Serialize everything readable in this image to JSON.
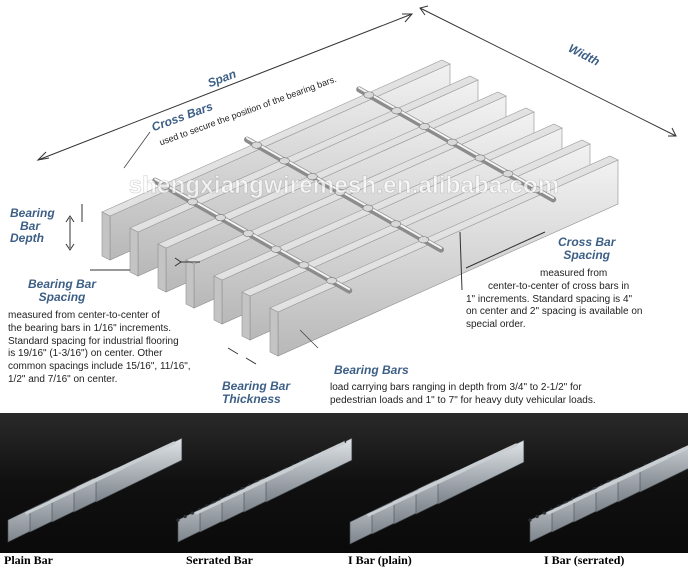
{
  "dimension_labels": {
    "span": "Span",
    "width": "Width"
  },
  "callouts": {
    "cross_bars": {
      "title": "Cross Bars",
      "desc": "used to secure the position of the bearing bars."
    },
    "bearing_bar_depth": {
      "line1": "Bearing",
      "line2": "Bar",
      "line3": "Depth"
    },
    "bearing_bar_spacing": {
      "title_line1": "Bearing Bar",
      "title_line2": "Spacing",
      "desc": [
        "measured from center-to-center of",
        "the bearing bars in 1/16\" increments.",
        "Standard spacing for industrial flooring",
        "is 19/16\" (1-3/16\") on center.  Other",
        "common spacings include 15/16\", 11/16\",",
        "1/2\" and 7/16\" on center."
      ]
    },
    "cross_bar_spacing": {
      "title_line1": "Cross Bar",
      "title_line2": "Spacing",
      "desc": [
        "measured from",
        "center-to-center of cross bars in",
        "1\" increments. Standard spacing is 4\"",
        "on center and 2\" spacing is available on",
        "special order."
      ]
    },
    "bearing_bar_thickness": {
      "line1": "Bearing Bar",
      "line2": "Thickness"
    },
    "bearing_bars": {
      "title": "Bearing Bars",
      "desc": [
        "load carrying bars ranging in depth from 3/4\" to 2-1/2\" for",
        "pedestrian loads and 1\" to 7\" for heavy duty vehicular loads."
      ]
    }
  },
  "watermark": "shengxiangwiremesh.en.alibaba.com",
  "product_types": [
    "Plain Bar",
    "Serrated Bar",
    "I Bar (plain)",
    "I Bar (serrated)"
  ],
  "colors": {
    "label_blue": "#3d5f86",
    "text": "#1e1e1e",
    "band_dark": "#141414",
    "steel_light": "#e6e6e6",
    "steel_shade": "#a8a8a8"
  }
}
